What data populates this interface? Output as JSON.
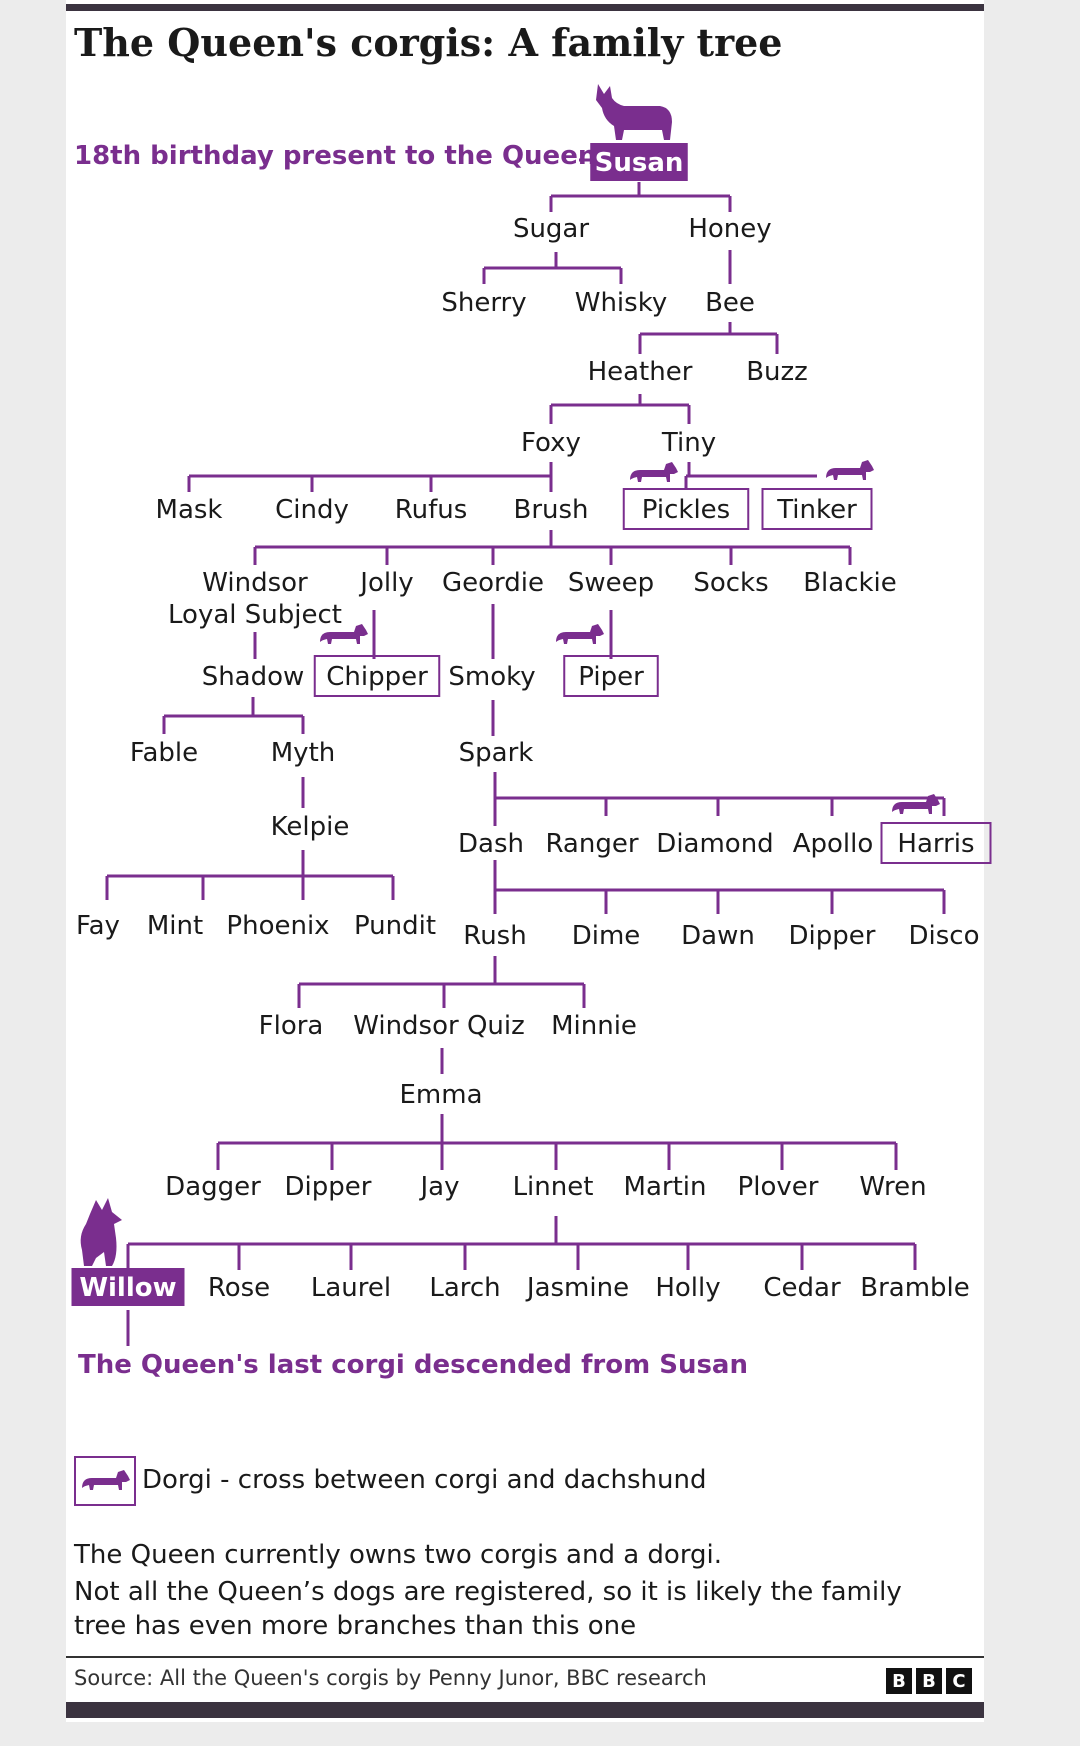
{
  "title": "The Queen's corgis: A family tree",
  "callouts": {
    "susan": "18th birthday present to the Queen",
    "willow": "The Queen's last corgi descended from Susan"
  },
  "legend": {
    "dorgi": "Dorgi - cross between corgi and dachshund"
  },
  "notes": {
    "line1": "The Queen currently owns two corgis and a dorgi.",
    "line2": "Not all the Queen’s dogs are registered, so it is likely the family",
    "line3": "tree has even more branches than this one"
  },
  "source": "Source: All the Queen's corgis by Penny Junor, BBC research",
  "logo": [
    "B",
    "B",
    "C"
  ],
  "colors": {
    "accent": "#7a2e8e",
    "text": "#1a1a1a",
    "bar": "#3b3340"
  },
  "icons": {
    "corgi": "corgi-silhouette-icon",
    "dorgi": "dorgi-silhouette-icon"
  },
  "dogs": {
    "susan": "Susan",
    "sugar": "Sugar",
    "honey": "Honey",
    "sherry": "Sherry",
    "whisky": "Whisky",
    "bee": "Bee",
    "heather": "Heather",
    "buzz": "Buzz",
    "foxy": "Foxy",
    "tiny": "Tiny",
    "mask": "Mask",
    "cindy": "Cindy",
    "rufus": "Rufus",
    "brush": "Brush",
    "pickles": "Pickles",
    "tinker": "Tinker",
    "windsor_loyal_subject": "Windsor\nLoyal Subject",
    "jolly": "Jolly",
    "geordie": "Geordie",
    "sweep": "Sweep",
    "socks": "Socks",
    "blackie": "Blackie",
    "shadow": "Shadow",
    "chipper": "Chipper",
    "smoky": "Smoky",
    "piper": "Piper",
    "fable": "Fable",
    "myth": "Myth",
    "spark": "Spark",
    "kelpie": "Kelpie",
    "dash": "Dash",
    "ranger": "Ranger",
    "diamond": "Diamond",
    "apollo": "Apollo",
    "harris": "Harris",
    "fay": "Fay",
    "mint": "Mint",
    "phoenix": "Phoenix",
    "pundit": "Pundit",
    "rush": "Rush",
    "dime": "Dime",
    "dawn": "Dawn",
    "dipper1": "Dipper",
    "disco": "Disco",
    "flora": "Flora",
    "windsor_quiz": "Windsor Quiz",
    "minnie": "Minnie",
    "emma": "Emma",
    "dagger": "Dagger",
    "dipper2": "Dipper",
    "jay": "Jay",
    "linnet": "Linnet",
    "martin": "Martin",
    "plover": "Plover",
    "wren": "Wren",
    "willow": "Willow",
    "rose": "Rose",
    "laurel": "Laurel",
    "larch": "Larch",
    "jasmine": "Jasmine",
    "holly": "Holly",
    "cedar": "Cedar",
    "bramble": "Bramble"
  }
}
